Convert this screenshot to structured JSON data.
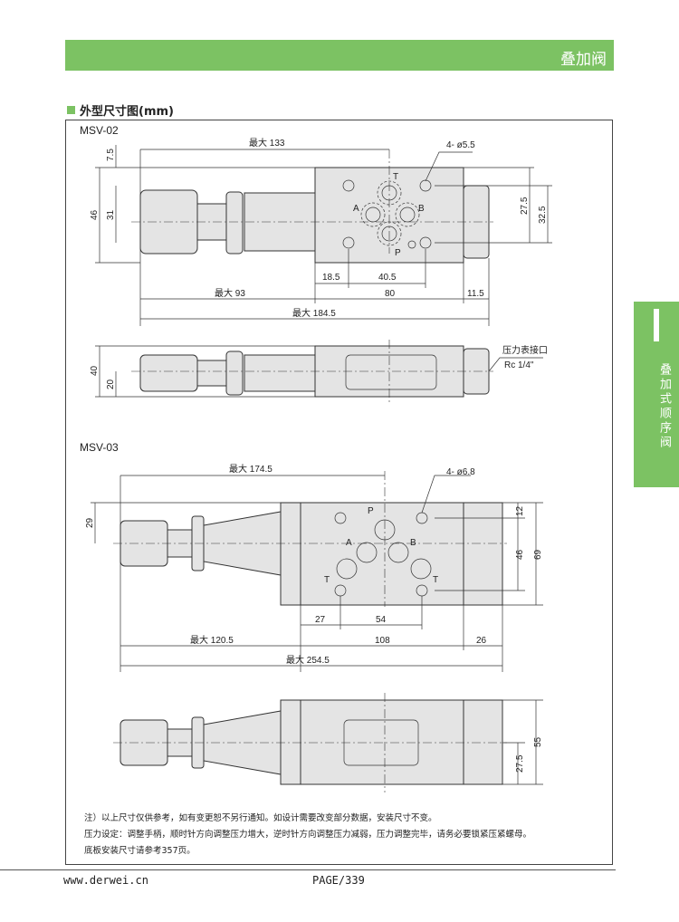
{
  "header": {
    "title": "叠加阀"
  },
  "section": {
    "title": "外型尺寸图(mm)"
  },
  "side_tab": {
    "label": "叠加式顺序阀"
  },
  "msv02": {
    "model": "MSV-02",
    "dims": {
      "max133": "最大 133",
      "holes": "4- ø5.5",
      "d46": "46",
      "d31": "31",
      "d7_5": "7.5",
      "d27_5": "27.5",
      "d32_5": "32.5",
      "d18_5": "18.5",
      "d40_5": "40.5",
      "max93": "最大 93",
      "d80": "80",
      "d11_5": "11.5",
      "max184_5": "最大 184.5",
      "d40": "40",
      "d20": "20"
    },
    "ports": {
      "T": "T",
      "A": "A",
      "B": "B",
      "P": "P"
    },
    "gauge_port": "压力表接口",
    "gauge_thread": "Rc 1/4\""
  },
  "msv03": {
    "model": "MSV-03",
    "dims": {
      "max174_5": "最大 174.5",
      "holes": "4- ø6.8",
      "d29": "29",
      "d12": "12",
      "d46": "46",
      "d69": "69",
      "d27": "27",
      "d54": "54",
      "max120_5": "最大 120.5",
      "d108": "108",
      "d26": "26",
      "max254_5": "最大 254.5",
      "d55": "55",
      "d27_5": "27.5"
    },
    "ports": {
      "P": "P",
      "A": "A",
      "B": "B",
      "T1": "T",
      "T2": "T"
    }
  },
  "notes": [
    "注）以上尺寸仅供参考，如有变更恕不另行通知。如设计需要改变部分数据，安装尺寸不变。",
    "压力设定：调整手柄，顺时针方向调整压力增大，逆时针方向调整压力减弱，压力调整完毕，请务必要锁紧压紧螺母。",
    "底板安装尺寸请参考357页。"
  ],
  "footer": {
    "website": "www.derwei.cn",
    "page": "PAGE/339"
  }
}
